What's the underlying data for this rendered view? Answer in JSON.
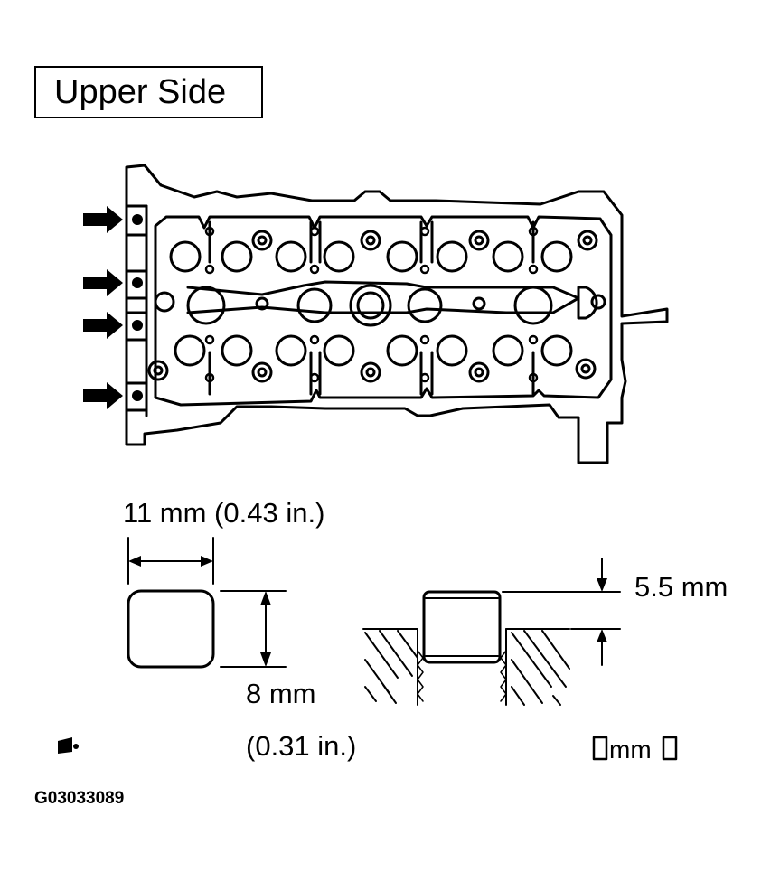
{
  "title": "Upper Side",
  "dimension_width": "11 mm (0.43 in.)",
  "dimension_height": "8 mm",
  "dimension_height_in": "(0.31 in.)",
  "dimension_depth": "5.5 mm",
  "unit_label": "mm",
  "figure_code": "G03033089",
  "sealant_icon": "sealant-dot-icon"
}
